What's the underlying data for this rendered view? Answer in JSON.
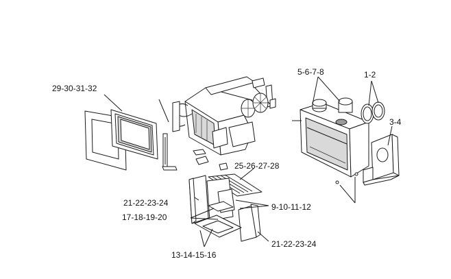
{
  "callouts": {
    "frame": "29-30-31-32",
    "fans": "5-6-7-8",
    "collars": "1-2",
    "bracket": "3-4",
    "rails": "25-26-27-28",
    "side_panels_left": "21-22-23-24",
    "logs": "9-10-11-12",
    "rear_panels": "17-18-19-20",
    "side_panels_right": "21-22-23-24",
    "base_panels": "13-14-15-16"
  }
}
